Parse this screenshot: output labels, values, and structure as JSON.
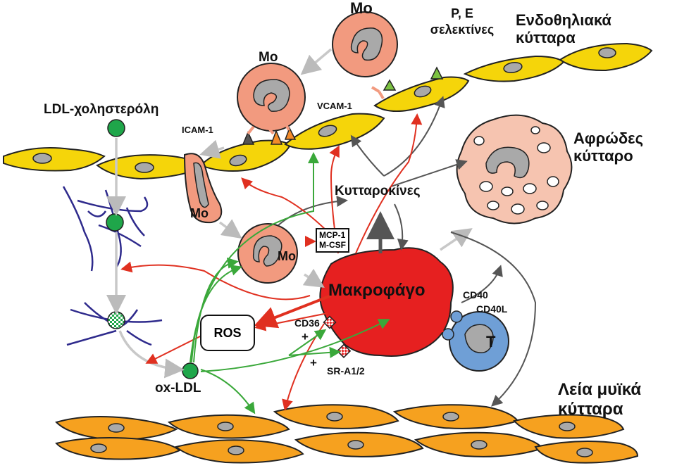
{
  "labels": {
    "mo_top": "Mo",
    "mo_left": "Mo",
    "mo_rolling": "Mo",
    "mo_center": "Mo",
    "selectins": "P, E\nσελεκτίνες",
    "endothelial": "Ενδοθηλιακά\nκύτταρα",
    "ldl": "LDL-χοληστερόλη",
    "icam": "ICAM-1",
    "vcam": "VCAM-1",
    "foam": "Αφρώδες\nκύτταρο",
    "cytokines": "Κυτταροκίνες",
    "mcp1": "MCP-1",
    "mcsf": "M-CSF",
    "macrophage": "Μακροφάγο",
    "cd40": "CD40",
    "cd40l": "CD40L",
    "t": "T",
    "ros": "ROS",
    "cd36": "CD36",
    "plus1": "+",
    "plus2": "+",
    "sra": "SR-A1/2",
    "oxldl": "ox-LDL",
    "smooth": "Λεία μυϊκά\nκύτταρα"
  },
  "colors": {
    "endothelium": "#f5d50a",
    "monocyte": "#f29a7f",
    "macrophage": "#e62020",
    "foam": "#f6c4b0",
    "smooth_muscle": "#f6a11f",
    "t_cell": "#6f9fd6",
    "ldl": "#1fa64a",
    "nucleus": "#a9a9a9",
    "matrix": "#2e2a8c",
    "arrow_red": "#e03020",
    "arrow_green": "#3aa83a",
    "arrow_gray": "#555555",
    "arrow_lightgray": "#c8c8c8"
  }
}
